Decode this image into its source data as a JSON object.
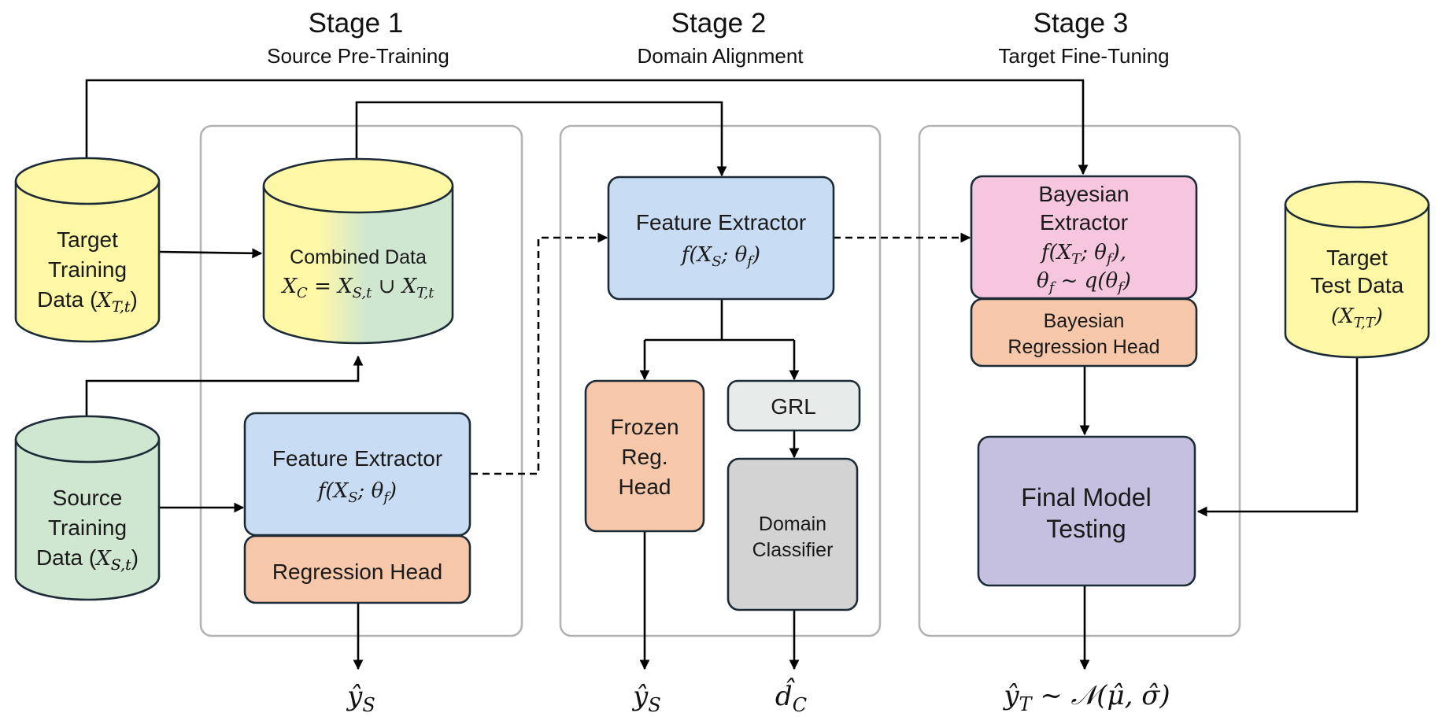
{
  "stages": [
    {
      "title": "Stage 1",
      "subtitle": "Source Pre-Training"
    },
    {
      "title": "Stage 2",
      "subtitle": "Domain Alignment"
    },
    {
      "title": "Stage 3",
      "subtitle": "Target Fine-Tuning"
    }
  ],
  "cylinders": {
    "target_training": {
      "lines": [
        "Target",
        "Training"
      ],
      "text": "Data (",
      "math": "X",
      "sub": "T,t",
      "close": ")"
    },
    "source_training": {
      "lines": [
        "Source",
        "Training"
      ],
      "text": "Data (",
      "math": "X",
      "sub": "S,t",
      "close": ")"
    },
    "combined": {
      "label": "Combined Data",
      "eq": "X_C = X_{S,t} ∪ X_{T,t}"
    },
    "target_test": {
      "lines": [
        "Target",
        "Test Data"
      ],
      "math": "(X_{T,T})"
    }
  },
  "stage1": {
    "feature_extractor": {
      "label": "Feature Extractor",
      "eq": "f(X_S; θ_f)"
    },
    "regression_head": {
      "label": "Regression Head"
    },
    "output": "ŷ_S"
  },
  "stage2": {
    "feature_extractor": {
      "label": "Feature Extractor",
      "eq": "f(X_S; θ_f)"
    },
    "frozen_head": {
      "lines": [
        "Frozen",
        "Reg.",
        "Head"
      ]
    },
    "grl": {
      "label": "GRL"
    },
    "domain_classifier": {
      "lines": [
        "Domain",
        "Classifier"
      ]
    },
    "output_y": "ŷ_S",
    "output_d": "d̂_C"
  },
  "stage3": {
    "bayesian_extractor": {
      "lines": [
        "Bayesian",
        "Extractor"
      ],
      "eq1": "f(X_T; θ_f),",
      "eq2": "θ_f ~ q(θ_f)"
    },
    "bayesian_head": {
      "lines": [
        "Bayesian",
        "Regression Head"
      ]
    },
    "final_model": {
      "lines": [
        "Final Model",
        "Testing"
      ]
    },
    "output": "ŷ_T ~ 𝒩(μ̂, σ̂)"
  },
  "colors": {
    "yellow": "#fdf7a6",
    "green": "#cfe6d1",
    "blue": "#c8ddf3",
    "orange": "#f6c7a9",
    "pink": "#f6c6de",
    "purple": "#c6c0e0",
    "grl": "#e7ebea",
    "gray": "#d3d3d3",
    "frame": "#b3b3b3"
  }
}
